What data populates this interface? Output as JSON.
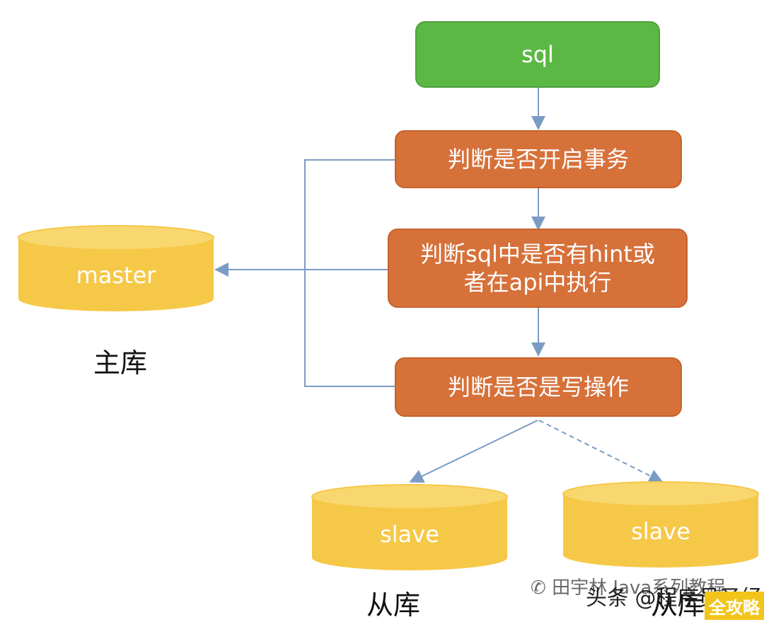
{
  "nodes": {
    "sql": "sql",
    "check_transaction": "判断是否开启事务",
    "check_hint_line1": "判断sql中是否有hint或",
    "check_hint_line2": "者在api中执行",
    "check_write": "判断是否是写操作"
  },
  "databases": {
    "master": "master",
    "slave_1": "slave",
    "slave_2": "slave"
  },
  "captions": {
    "master": "主库",
    "slave_1": "从库",
    "slave_2": "从库"
  },
  "watermark": {
    "line1": "田宇林 Java系列教程",
    "line2": "头条 @程序员圣经",
    "badge": "全攻略"
  },
  "colors": {
    "green": "#5cb845",
    "orange": "#d6713a",
    "db_fill": "#f6c847",
    "db_top": "#f9d76f",
    "arrow": "#7a9cc4"
  }
}
